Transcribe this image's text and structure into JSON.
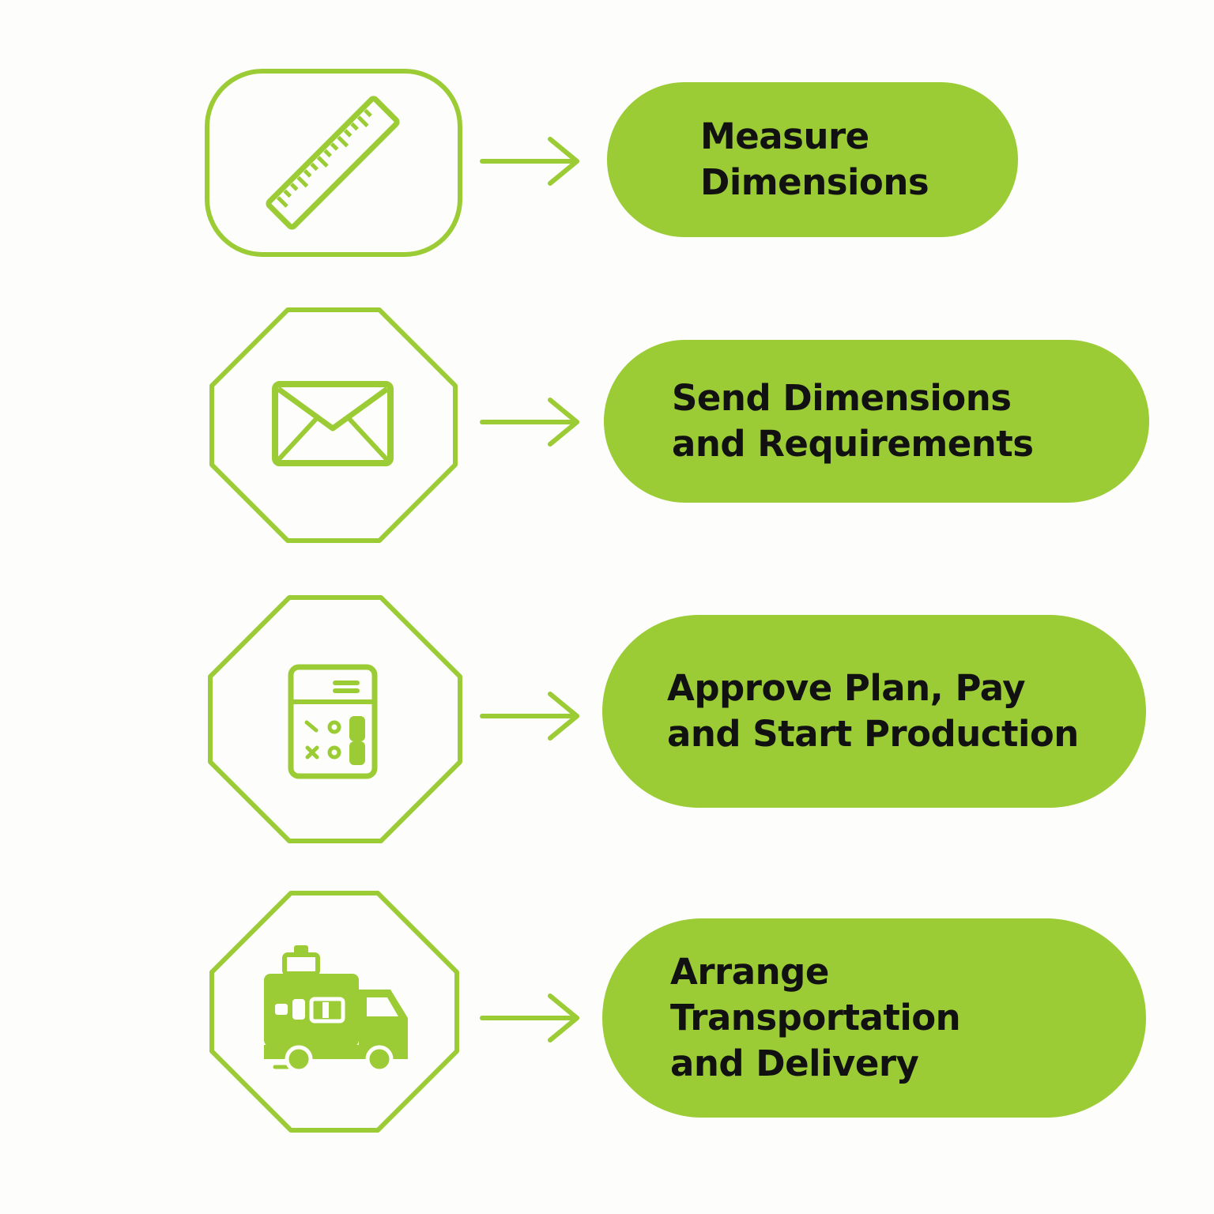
{
  "colors": {
    "accent": "#9ccc35",
    "outline": "#9ccc35",
    "text": "#111111",
    "background": "#fdfefb"
  },
  "steps": [
    {
      "icon": "ruler-icon",
      "lines": [
        "Measure",
        "Dimensions"
      ]
    },
    {
      "icon": "envelope-icon",
      "lines": [
        "Send Dimensions",
        "and Requirements"
      ]
    },
    {
      "icon": "calculator-icon",
      "lines": [
        "Approve Plan, Pay",
        "and Start Production"
      ]
    },
    {
      "icon": "delivery-truck-icon",
      "lines": [
        "Arrange",
        "Transportation",
        "and Delivery"
      ]
    }
  ]
}
